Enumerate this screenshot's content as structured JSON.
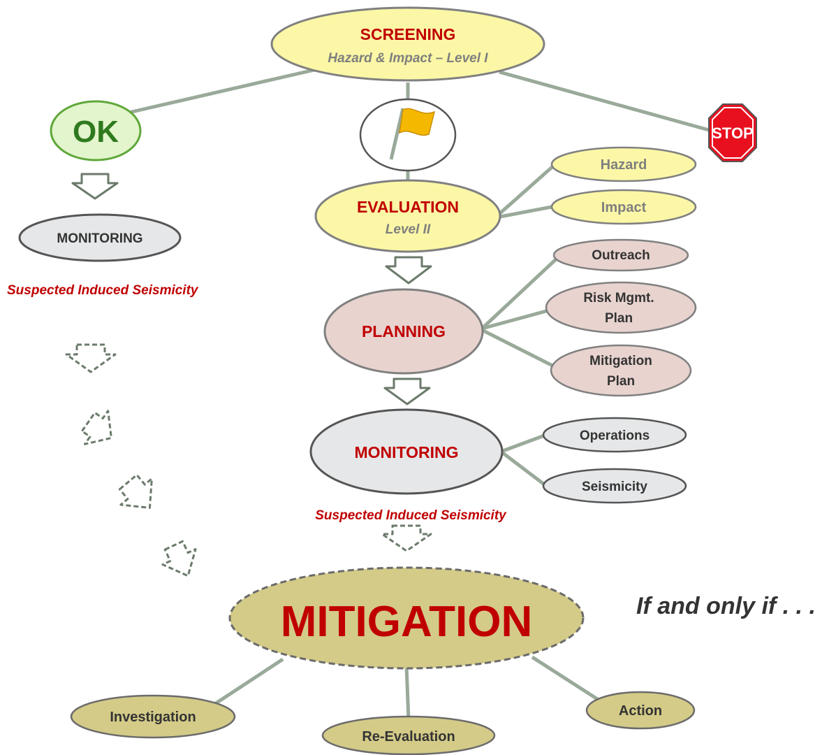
{
  "screening": {
    "title": "SCREENING",
    "subtitle": "Hazard & Impact – Level I"
  },
  "ok": {
    "label": "OK"
  },
  "stop": {
    "label": "STOP"
  },
  "evaluation": {
    "title": "EVALUATION",
    "subtitle": "Level II",
    "branches": [
      "Hazard",
      "Impact"
    ]
  },
  "planning": {
    "title": "PLANNING",
    "branches": [
      {
        "line1": "Outreach",
        "line2": ""
      },
      {
        "line1": "Risk Mgmt.",
        "line2": "Plan"
      },
      {
        "line1": "Mitigation",
        "line2": "Plan"
      }
    ]
  },
  "monitoring_left": {
    "title": "MONITORING"
  },
  "monitoring_main": {
    "title": "MONITORING",
    "branches": [
      "Operations",
      "Seismicity"
    ]
  },
  "suspected_left": "Suspected Induced Seismicity",
  "suspected_center": "Suspected Induced Seismicity",
  "mitigation": {
    "title": "MITIGATION",
    "branches": [
      "Investigation",
      "Re-Evaluation",
      "Action"
    ]
  },
  "condition_text": "If and only if . . .",
  "colors": {
    "connector": "#9aaa9a",
    "red_text": "#c00000",
    "gray_text": "#7f7f7f",
    "dark_text": "#333333",
    "yellow_fill": "#fbf7a6",
    "pink_fill": "#e8d3cf",
    "gray_fill": "#e6e7e8",
    "green_fill": "#e3f5cc",
    "green_text": "#2f7a1e",
    "olive_fill": "#d4cb88",
    "flag": "#f5b800"
  }
}
